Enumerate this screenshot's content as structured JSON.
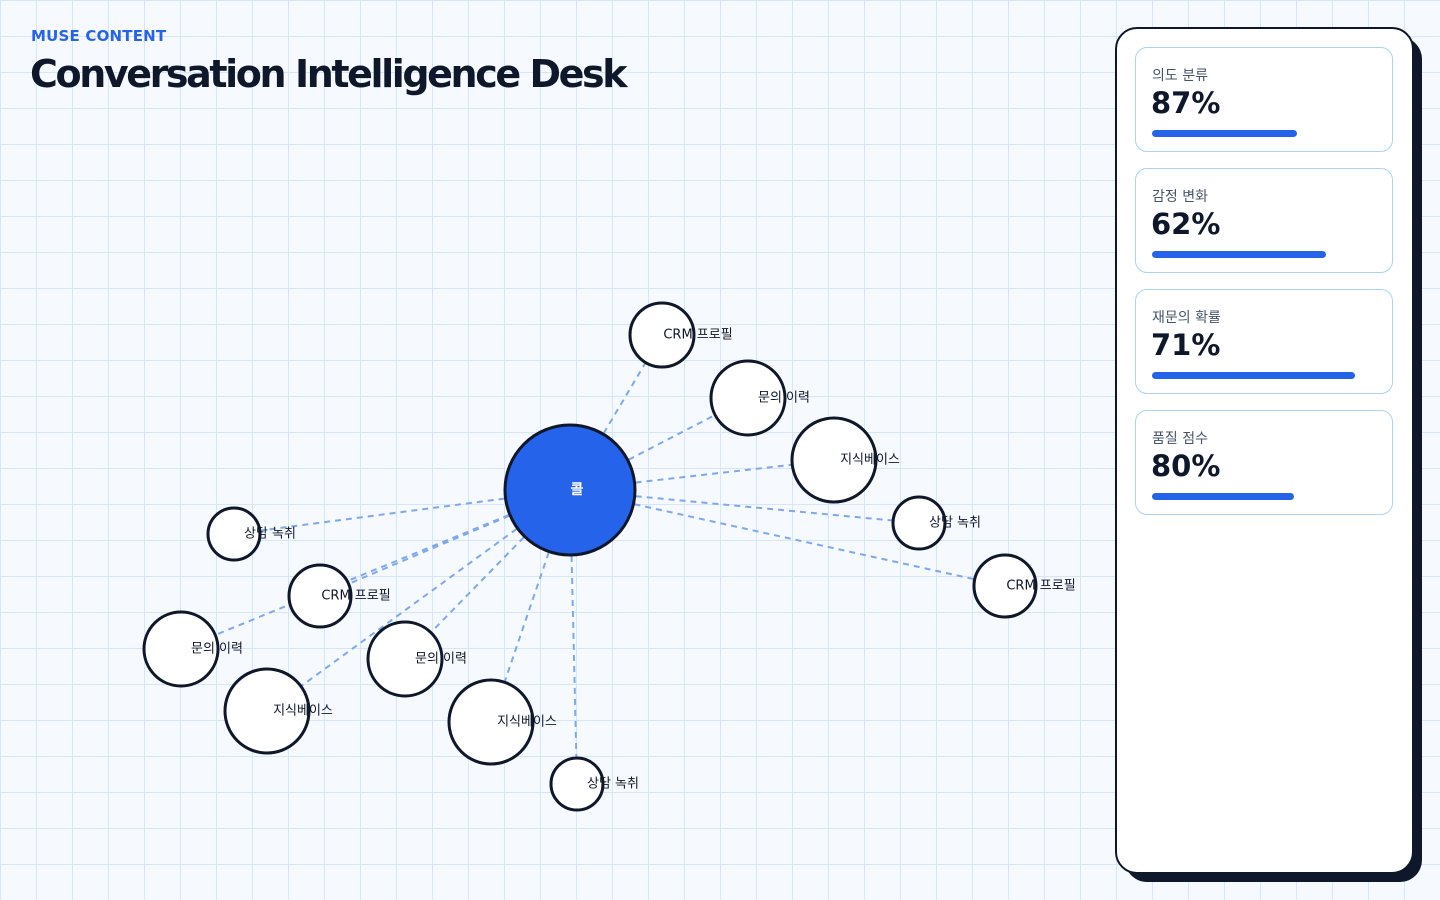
{
  "header": {
    "brand": "MUSE CONTENT",
    "title": "Conversation Intelligence Desk"
  },
  "graph": {
    "center": {
      "label": "콜"
    },
    "nodes": [
      {
        "label": "CRM 프로필"
      },
      {
        "label": "문의 이력"
      },
      {
        "label": "지식베이스"
      },
      {
        "label": "상담 녹취"
      },
      {
        "label": "CRM 프로필"
      },
      {
        "label": "상담 녹취"
      },
      {
        "label": "CRM 프로필"
      },
      {
        "label": "문의 이력"
      },
      {
        "label": "지식베이스"
      },
      {
        "label": "문의 이력"
      },
      {
        "label": "지식베이스"
      },
      {
        "label": "상담 녹취"
      }
    ],
    "colors": {
      "center_fill": "#2563eb",
      "node_stroke": "#0f172a",
      "edge": "#7fa8ec"
    }
  },
  "metrics": [
    {
      "label": "의도 분류",
      "value": "87%",
      "fill": 0.64
    },
    {
      "label": "감정 변화",
      "value": "62%",
      "fill": 0.77
    },
    {
      "label": "재문의 확률",
      "value": "71%",
      "fill": 0.9
    },
    {
      "label": "품질 점수",
      "value": "80%",
      "fill": 0.63
    }
  ]
}
